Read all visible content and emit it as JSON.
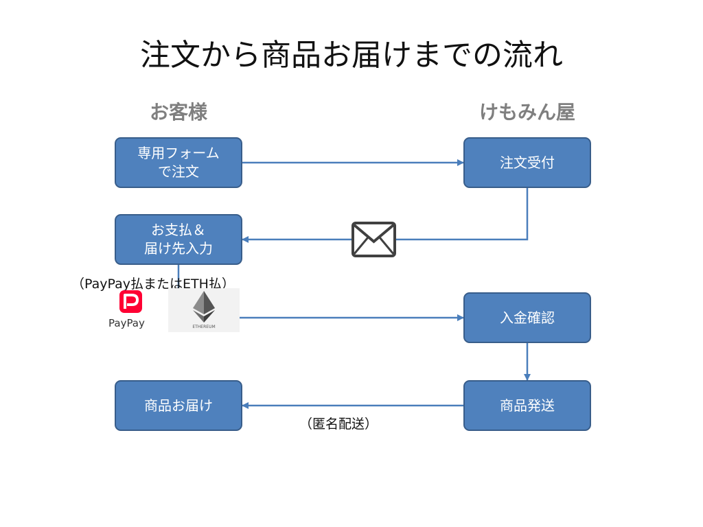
{
  "title": "注文から商品お届けまでの流れ",
  "columns": {
    "customer": "お客様",
    "shop": "けもみん屋"
  },
  "nodes": {
    "order_form": "専用フォーム\nで注文",
    "order_received": "注文受付",
    "payment": "お支払＆\n届け先入力",
    "payment_confirm": "入金確認",
    "delivery_received": "商品お届け",
    "shipping": "商品発送"
  },
  "notes": {
    "payment_method": "（PayPay払またはETH払）",
    "anonymous_shipping": "（匿名配送）"
  },
  "logos": {
    "paypay": "PayPay",
    "ethereum": "ETHEREUM"
  },
  "icons": {
    "mail": "envelope-icon",
    "paypay": "paypay-logo-icon",
    "ethereum": "ethereum-logo-icon"
  },
  "colors": {
    "node_fill": "#4f81bd",
    "node_border": "#385d8a",
    "arrow": "#4a7ebb",
    "column_label": "#7f7f7f",
    "paypay_red": "#ff0033"
  }
}
